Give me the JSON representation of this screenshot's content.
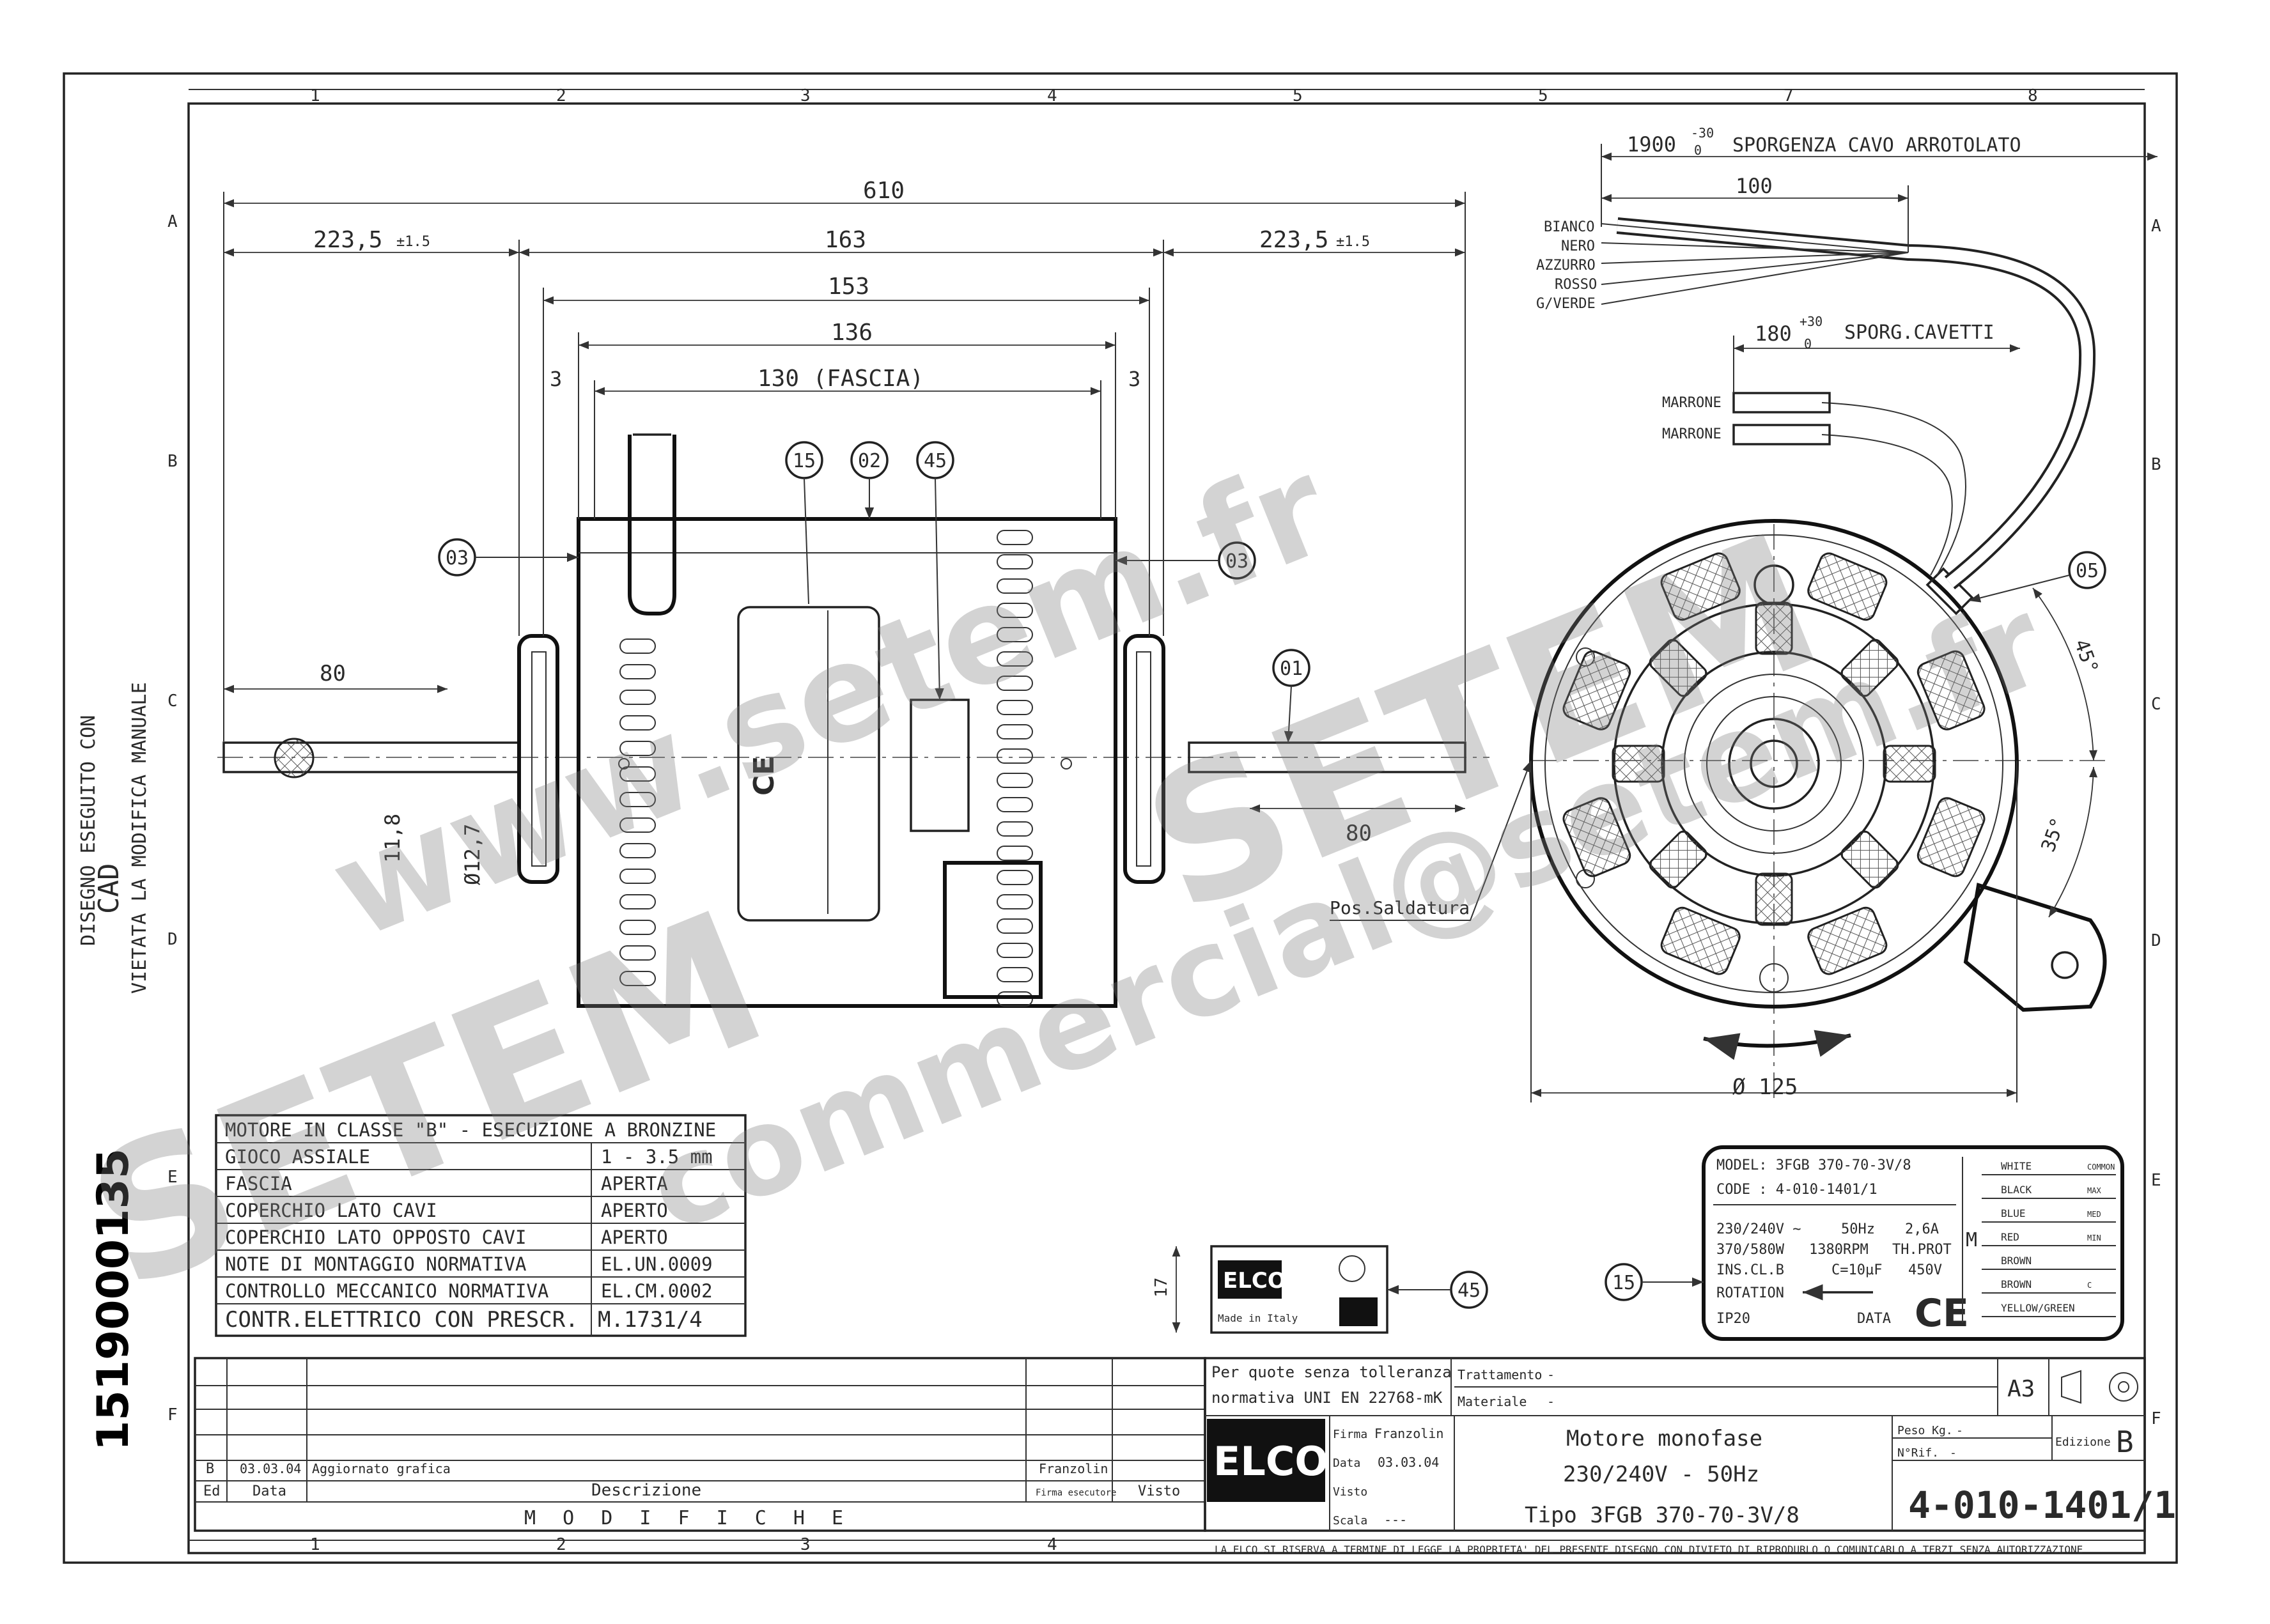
{
  "grid": {
    "cols": [
      "1",
      "2",
      "3",
      "4",
      "5",
      "5",
      "7",
      "8"
    ],
    "rows": [
      "A",
      "B",
      "C",
      "D",
      "E",
      "F"
    ],
    "cols_bottom": [
      "1",
      "2",
      "3",
      "4"
    ]
  },
  "side": {
    "doc_number": "1519000135",
    "cad_line1": "DISEGNO ESEGUITO CON",
    "cad_line2": "CAD",
    "cad_line3": "VIETATA LA MODIFICA MANUALE"
  },
  "dims": {
    "overall": "610",
    "left_ext": "223,5",
    "left_tol": "±1.5",
    "right_ext": "223,5",
    "right_tol": "±1.5",
    "d163": "163",
    "d153": "153",
    "d136": "136",
    "d130": "130 (FASCIA)",
    "d3l": "3",
    "d3r": "3",
    "shaft_left": "80",
    "shaft_right": "80",
    "flat": "11,8",
    "shaft_dia": "Ø12,7",
    "cable_len": "1900",
    "cable_tol_up": "-30",
    "cable_tol_dn": "0",
    "cable_label": "SPORGENZA CAVO ARROTOLATO",
    "d100": "100",
    "sp_len": "180",
    "sp_tol_up": "+30",
    "sp_tol_dn": "0",
    "sp_label": "SPORG.CAVETTI",
    "angle45": "45°",
    "angle35": "35°",
    "dia125": "Ø 125",
    "pos_saldatura": "Pos.Saldatura"
  },
  "wires": [
    "BIANCO",
    "NERO",
    "AZZURRO",
    "ROSSO",
    "G/VERDE"
  ],
  "wires_brown": [
    "MARRONE",
    "MARRONE"
  ],
  "balloons": {
    "b15": "15",
    "b02": "02",
    "b45": "45",
    "b03l": "03",
    "b03r": "03",
    "b01": "01",
    "b05": "05",
    "b45b": "45",
    "b15b": "15"
  },
  "logo_block": {
    "brand": "ELCO",
    "made": "Made in Italy",
    "h": "17"
  },
  "spec_table": {
    "header": "MOTORE IN CLASSE \"B\" - ESECUZIONE A BRONZINE",
    "rows": [
      [
        "GIOCO ASSIALE",
        "1 - 3.5 mm"
      ],
      [
        "FASCIA",
        "APERTA"
      ],
      [
        "COPERCHIO LATO CAVI",
        "APERTO"
      ],
      [
        "COPERCHIO LATO OPPOSTO CAVI",
        "APERTO"
      ],
      [
        "NOTE DI MONTAGGIO NORMATIVA",
        "EL.UN.0009"
      ],
      [
        "CONTROLLO MECCANICO NORMATIVA",
        "EL.CM.0002"
      ],
      [
        "CONTR.ELETTRICO CON PRESCR.",
        "M.1731/4"
      ]
    ]
  },
  "nameplate": {
    "model": "MODEL: 3FGB 370-70-3V/8",
    "code": "CODE : 4-010-1401/1",
    "volt": "230/240V ~",
    "hz": "50Hz",
    "amp": "2,6A",
    "watt": "370/580W",
    "rpm": "1380RPM",
    "thprot": "TH.PROT",
    "ins": "INS.CL.B",
    "cap": "C=10µF",
    "capv": "450V",
    "rotation": "ROTATION",
    "ip": "IP20",
    "data": "DATA",
    "ce": "CE",
    "m": "M",
    "wires": [
      [
        "WHITE",
        "COMMON"
      ],
      [
        "BLACK",
        "MAX"
      ],
      [
        "BLUE",
        "MED"
      ],
      [
        "RED",
        "MIN"
      ],
      [
        "BROWN",
        ""
      ],
      [
        "BROWN",
        "C"
      ],
      [
        "YELLOW/GREEN",
        ""
      ]
    ]
  },
  "title_block": {
    "tol_note1": "Per quote senza tolleranza",
    "tol_note2": "normativa UNI EN 22768-mK",
    "trattamento": "Trattamento",
    "trattamento_val": "-",
    "materiale": "Materiale",
    "materiale_val": "-",
    "format": "A3",
    "firma_label": "Firma",
    "firma_val": "Franzolin",
    "data_label": "Data",
    "data_val": "03.03.04",
    "visto_label": "Visto",
    "visto_val": "",
    "scala_label": "Scala",
    "scala_val": "---",
    "title1": "Motore monofase",
    "title2": "230/240V - 50Hz",
    "title3": "Tipo 3FGB 370-70-3V/8",
    "peso_label": "Peso Kg.",
    "peso_val": "-",
    "rif_label": "N°Rif.",
    "rif_val": "-",
    "edizione_label": "Edizione",
    "edizione_val": "B",
    "code": "4-010-1401/1",
    "rev_ed": "B",
    "rev_date": "03.03.04",
    "rev_desc": "Aggiornato grafica",
    "rev_sign": "Franzolin",
    "hdr_ed": "Ed",
    "hdr_data": "Data",
    "hdr_desc": "Descrizione",
    "hdr_firma": "Firma esecutore",
    "hdr_visto": "Visto",
    "modifiche": "M O D I F I C H E",
    "legal": "LA ELCO SI RISERVA A TERMINE DI LEGGE LA PROPRIETA' DEL PRESENTE DISEGNO CON DIVIETO DI RIPRODURLO O COMUNICARLO A TERZI SENZA AUTORIZZAZIONE"
  },
  "watermarks": [
    "www.setem.fr",
    "SETEM",
    "SETEM",
    "commercial@setem.fr"
  ]
}
